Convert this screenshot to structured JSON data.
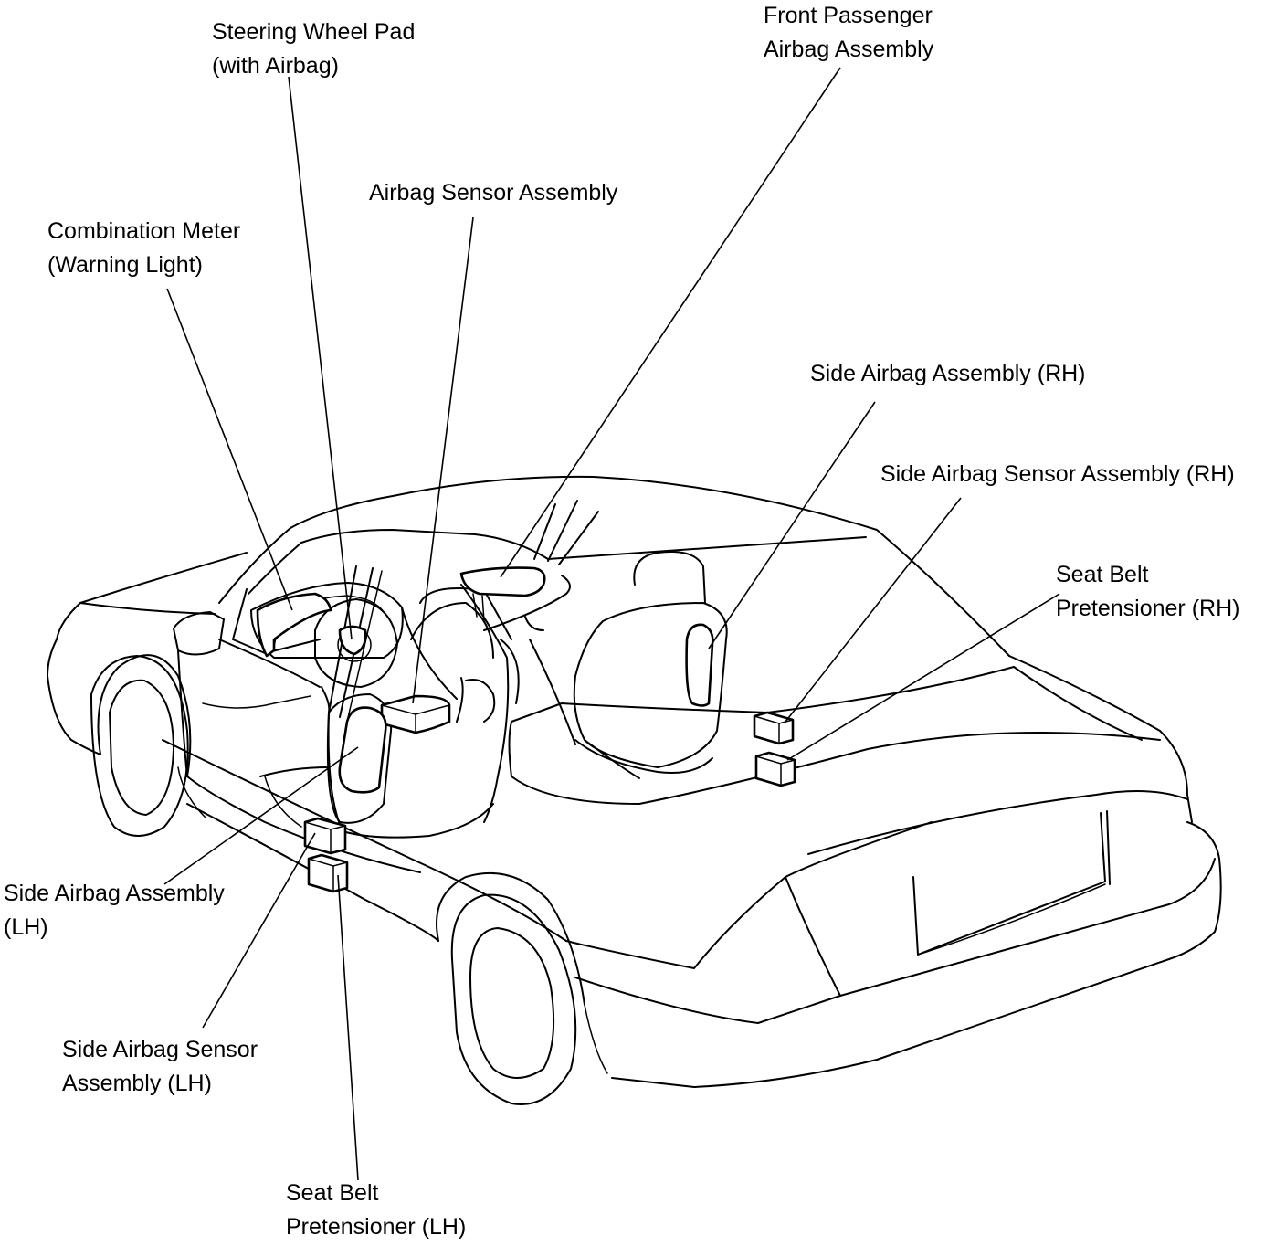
{
  "labels": {
    "steering_wheel_pad": [
      "Steering Wheel Pad",
      "(with Airbag)"
    ],
    "front_passenger_airbag": [
      "Front Passenger",
      "Airbag Assembly"
    ],
    "airbag_sensor": [
      "Airbag Sensor Assembly"
    ],
    "combination_meter": [
      "Combination Meter",
      "(Warning Light)"
    ],
    "side_airbag_rh": [
      "Side Airbag Assembly (RH)"
    ],
    "side_airbag_sensor_rh": [
      "Side Airbag Sensor Assembly (RH)"
    ],
    "seat_belt_pretensioner_rh": [
      "Seat Belt",
      "Pretensioner (RH)"
    ],
    "side_airbag_lh": [
      "Side Airbag Assembly",
      "(LH)"
    ],
    "side_airbag_sensor_lh": [
      "Side Airbag Sensor",
      "Assembly (LH)"
    ],
    "seat_belt_pretensioner_lh": [
      "Seat Belt",
      "Pretensioner (LH)"
    ]
  },
  "colors": {
    "line": "#000000",
    "background": "#ffffff"
  }
}
